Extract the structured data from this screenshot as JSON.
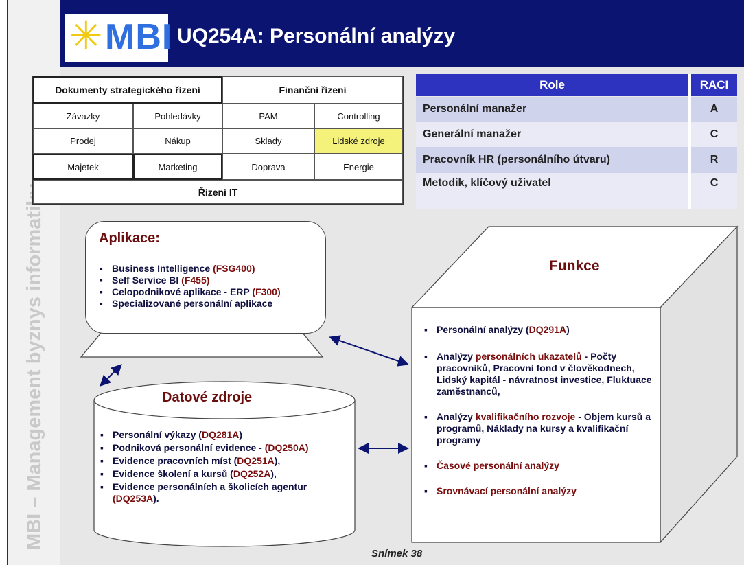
{
  "header": {
    "logo_text": "MBI",
    "title": "UQ254A: Personální analýzy"
  },
  "side_text": "MBI – Management byznys informatiky",
  "modules": {
    "strategic": "Dokumenty strategického řízení",
    "financial": "Finanční řízení",
    "row1": [
      "Závazky",
      "Pohledávky",
      "PAM",
      "Controlling"
    ],
    "row2": [
      "Prodej",
      "Nákup",
      "Sklady",
      "Lidské zdroje"
    ],
    "row3": [
      "Majetek",
      "Marketing",
      "Doprava",
      "Energie"
    ],
    "it": "Řízení IT",
    "highlight_color": "#f4f27a"
  },
  "raci": {
    "header": [
      "Role",
      "RACI"
    ],
    "rows": [
      {
        "role": "Personální  manažer",
        "raci": "A"
      },
      {
        "role": "Generální manažer",
        "raci": "C"
      },
      {
        "role": "Pracovník HR (personálního útvaru)",
        "raci": "R"
      },
      {
        "role": "Metodik, klíčový uživatel",
        "raci": "C"
      }
    ],
    "header_color": "#2d32bf"
  },
  "aplikace": {
    "title": "Aplikace:",
    "items": [
      {
        "text": "Business Intelligence ",
        "code": "(FSG400)"
      },
      {
        "text": "Self Service BI ",
        "code": "(F455)"
      },
      {
        "text": "Celopodnikové aplikace - ERP ",
        "code": "(F300)"
      },
      {
        "text": "Specializované personální aplikace",
        "code": ""
      }
    ]
  },
  "datove_zdroje": {
    "title": "Datové zdroje",
    "items": [
      {
        "text": "Personální výkazy (",
        "code": "DQ281A",
        "after": ")"
      },
      {
        "text": "Podniková personální evidence - ",
        "code": "(DQ250A)",
        "after": ""
      },
      {
        "text": "Evidence pracovních míst (",
        "code": "DQ251A",
        "after": "),"
      },
      {
        "text": "Evidence školení a kursů (",
        "code": "DQ252A",
        "after": "),"
      },
      {
        "text": "Evidence personálních a školicích agentur ",
        "code": "(DQ253A",
        "after": ")."
      }
    ]
  },
  "funkce": {
    "title": "Funkce",
    "items": [
      {
        "pre": "Personální analýzy (",
        "red": "DQ291A",
        "post": ")"
      },
      {
        "pre": "Analýzy ",
        "red": "personálních ukazatelů",
        "post": " - Počty pracovníků, Pracovní fond v člověkodnech, Lidský kapitál - návratnost investice, Fluktuace zaměstnanců,"
      },
      {
        "pre": "Analýzy ",
        "red": "kvalifikačního rozvoje",
        "post": " - Objem kursů a programů, Náklady na kursy a kvalifikační programy"
      },
      {
        "pre": "",
        "red": "Časové personální analýzy",
        "post": ""
      },
      {
        "pre": "",
        "red": "Srovnávací personální analýzy",
        "post": ""
      }
    ]
  },
  "footer": "Snímek  38"
}
